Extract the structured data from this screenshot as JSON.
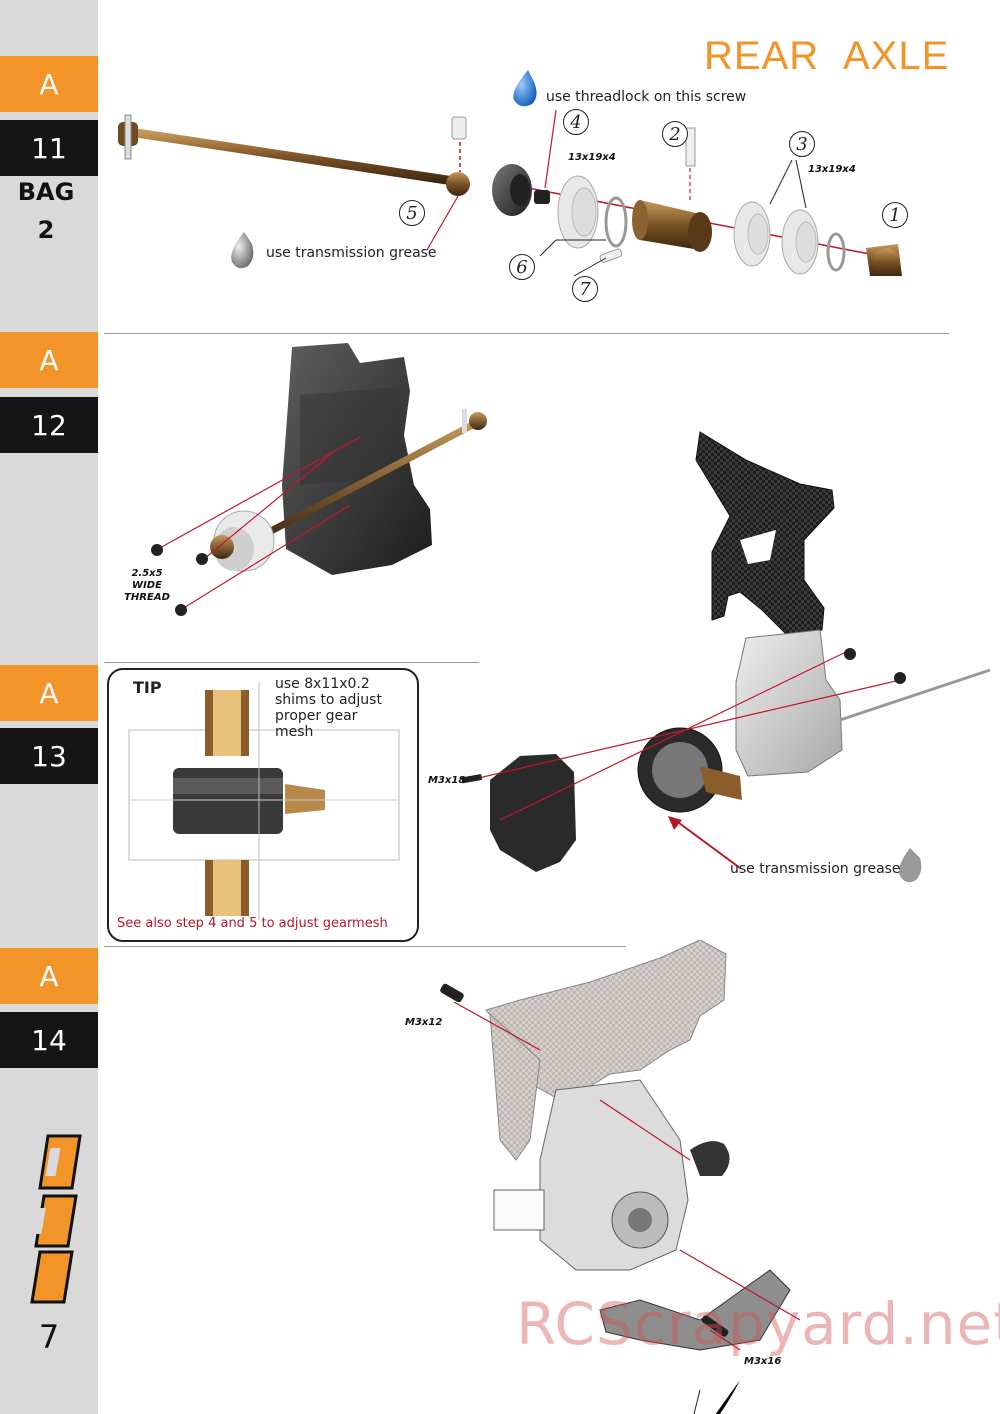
{
  "page": {
    "title": "REAR  AXLE",
    "page_number": "7",
    "watermark": "RCScrapyard.net"
  },
  "sidebar": {
    "bag_label": "BAG",
    "bag_number": "2",
    "steps": [
      {
        "letter": "A",
        "number": "11"
      },
      {
        "letter": "A",
        "number": "12"
      },
      {
        "letter": "A",
        "number": "13"
      },
      {
        "letter": "A",
        "number": "14"
      }
    ]
  },
  "step11": {
    "threadlock_note": "use threadlock on this screw",
    "grease_note": "use transmission grease",
    "bearing_label_a": "13x19x4",
    "bearing_label_b": "13x19x4",
    "callouts": [
      "1",
      "2",
      "3",
      "4",
      "5",
      "6",
      "7"
    ]
  },
  "step12": {
    "screw_label": "2.5x5\nWIDE\nTHREAD"
  },
  "step13": {
    "tip_title": "TIP",
    "tip_text": "use 8x11x0.2 shims to adjust proper gear mesh",
    "tip_footer": "See also step 4 and 5 to adjust gearmesh",
    "screw_label": "M3x18",
    "grease_note": "use transmission grease"
  },
  "step14": {
    "screw_label_top": "M3x12",
    "screw_label_bottom": "M3x16"
  },
  "colors": {
    "accent_orange": "#f29427",
    "tab_dark": "#151515",
    "callout_line": "#c2152b",
    "tip_red": "#b5172c"
  }
}
